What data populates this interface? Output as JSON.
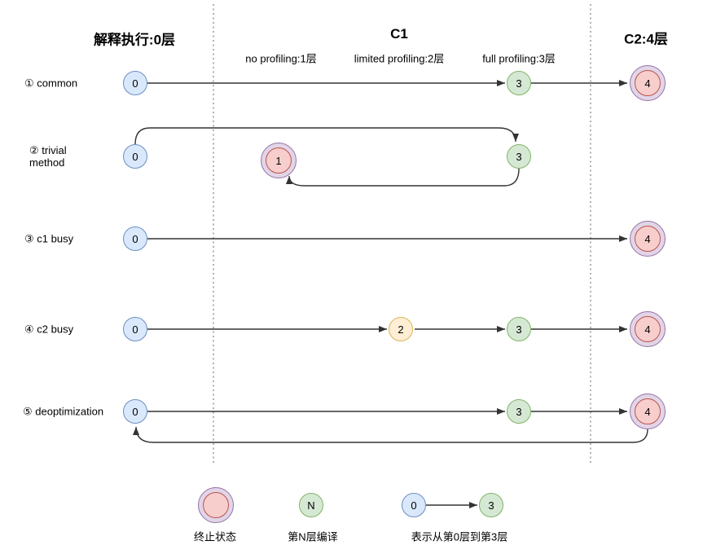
{
  "header": {
    "interpret": "解释执行:0层",
    "c1_title": "C1",
    "c1_sub": [
      "no profiling:1层",
      "limited profiling:2层",
      "full profiling:3层"
    ],
    "c2_title": "C2:4层"
  },
  "rows": [
    {
      "label": "① common",
      "nodes": {
        "n0": "0",
        "n3": "3",
        "n4": "4"
      }
    },
    {
      "label": "② trivial method",
      "nodes": {
        "n0": "0",
        "n1": "1",
        "n3": "3"
      }
    },
    {
      "label": "③ c1 busy",
      "nodes": {
        "n0": "0",
        "n4": "4"
      }
    },
    {
      "label": "④ c2 busy",
      "nodes": {
        "n0": "0",
        "n2": "2",
        "n3": "3",
        "n4": "4"
      }
    },
    {
      "label": "⑤ deoptimization",
      "nodes": {
        "n0": "0",
        "n3": "3",
        "n4": "4"
      }
    }
  ],
  "legend": {
    "terminal_label": "终止状态",
    "compile_node": "N",
    "compile_label": "第N层编译",
    "arrow_from": "0",
    "arrow_to": "3",
    "arrow_label": "表示从第0层到第3层"
  },
  "colors": {
    "interpreter_node_fill": "#dae8fc",
    "interpreter_node_stroke": "#6c8ebf",
    "compiled_node_fill": "#d5e8d4",
    "compiled_node_stroke": "#82b366",
    "limited_profiling_fill": "#ffeed4",
    "limited_profiling_stroke": "#d6b656",
    "terminal_inner_fill": "#f8cecc",
    "terminal_inner_stroke": "#b85450",
    "terminal_ring_fill": "#e1d5e7",
    "terminal_ring_stroke": "#9673a6",
    "arrow_line": "#333333",
    "divider": "#9e9e9e"
  }
}
